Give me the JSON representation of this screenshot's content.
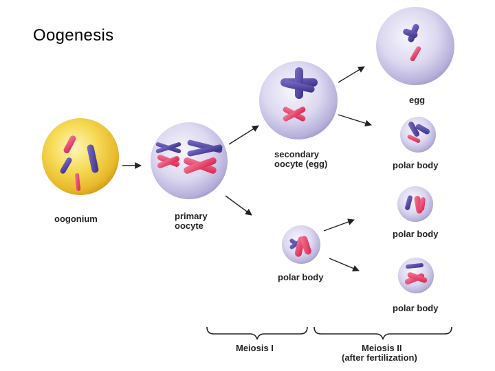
{
  "title": "Oogenesis",
  "cells": {
    "oogonium": "oogonium",
    "primary_oocyte_line1": "primary",
    "primary_oocyte_line2": "oocyte",
    "secondary_oocyte_line1": "secondary",
    "secondary_oocyte_line2": "oocyte (egg)",
    "egg": "egg",
    "polar_body_first": "polar body",
    "polar_body_2a": "polar body",
    "polar_body_2b": "polar body",
    "polar_body_2c": "polar body"
  },
  "stages": {
    "meiosis_1": "Meiosis I",
    "meiosis_2_line1": "Meiosis II",
    "meiosis_2_line2": "(after fertilization)"
  },
  "colors": {
    "oogonium_fill": "#f2cf3a",
    "cell_fill": "#d9d4f0",
    "maternal_chromosome": "#4a3f98",
    "paternal_chromosome": "#e2406a"
  }
}
